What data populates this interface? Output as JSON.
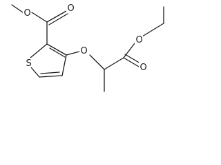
{
  "molecule": {
    "atoms": {
      "o_ester_carbonyl": "O",
      "o_ester_methoxy": "O",
      "s_thiophene": "S",
      "o_ether": "O",
      "o_ethyl_ester": "O",
      "o_ethyl_carbonyl": "O"
    }
  }
}
